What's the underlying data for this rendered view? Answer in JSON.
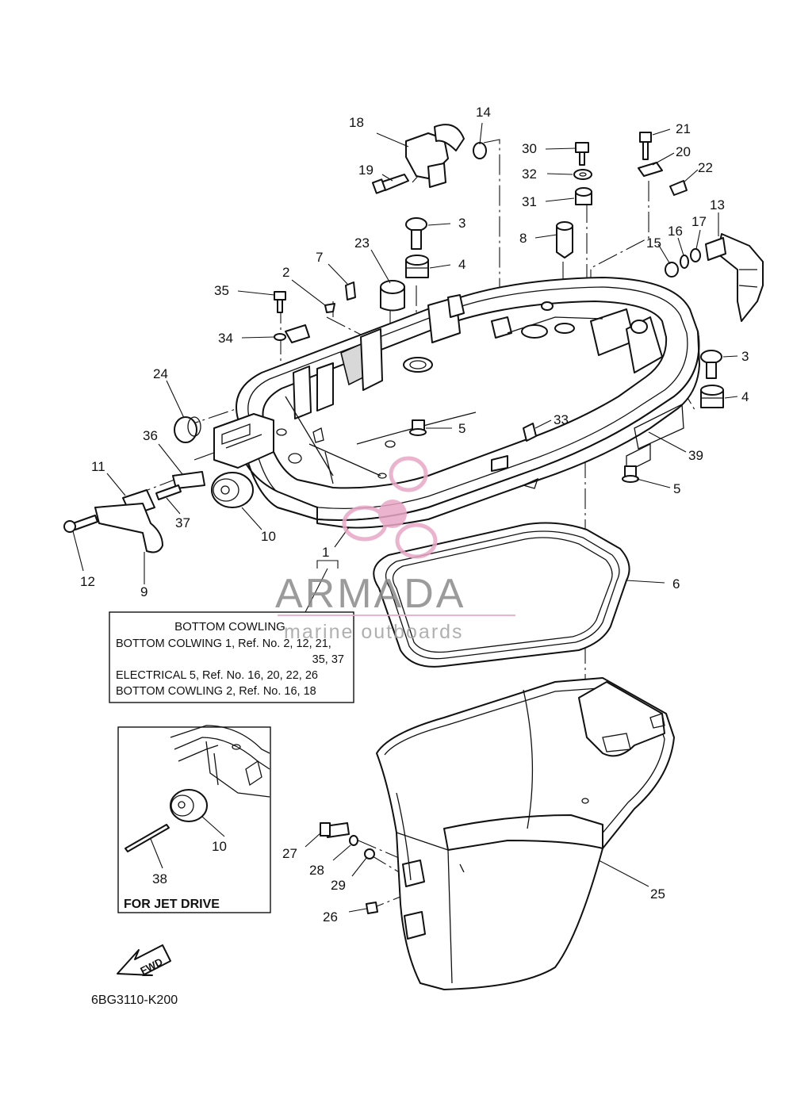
{
  "diagram": {
    "part_labels": [
      {
        "id": "p14",
        "text": "14"
      },
      {
        "id": "p18",
        "text": "18"
      },
      {
        "id": "p19",
        "text": "19"
      },
      {
        "id": "p30",
        "text": "30"
      },
      {
        "id": "p32",
        "text": "32"
      },
      {
        "id": "p31",
        "text": "31"
      },
      {
        "id": "p21",
        "text": "21"
      },
      {
        "id": "p20",
        "text": "20"
      },
      {
        "id": "p22",
        "text": "22"
      },
      {
        "id": "p13",
        "text": "13"
      },
      {
        "id": "p17",
        "text": "17"
      },
      {
        "id": "p16",
        "text": "16"
      },
      {
        "id": "p15",
        "text": "15"
      },
      {
        "id": "p3a",
        "text": "3"
      },
      {
        "id": "p4a",
        "text": "4"
      },
      {
        "id": "p8",
        "text": "8"
      },
      {
        "id": "p23",
        "text": "23"
      },
      {
        "id": "p7",
        "text": "7"
      },
      {
        "id": "p2",
        "text": "2"
      },
      {
        "id": "p35",
        "text": "35"
      },
      {
        "id": "p34",
        "text": "34"
      },
      {
        "id": "p3b",
        "text": "3"
      },
      {
        "id": "p4b",
        "text": "4"
      },
      {
        "id": "p33",
        "text": "33"
      },
      {
        "id": "p5a",
        "text": "5"
      },
      {
        "id": "p39",
        "text": "39"
      },
      {
        "id": "p5b",
        "text": "5"
      },
      {
        "id": "p24",
        "text": "24"
      },
      {
        "id": "p36",
        "text": "36"
      },
      {
        "id": "p11",
        "text": "11"
      },
      {
        "id": "p37",
        "text": "37"
      },
      {
        "id": "p10a",
        "text": "10"
      },
      {
        "id": "p12",
        "text": "12"
      },
      {
        "id": "p9",
        "text": "9"
      },
      {
        "id": "p1",
        "text": "1"
      },
      {
        "id": "p6",
        "text": "6"
      },
      {
        "id": "p10b",
        "text": "10"
      },
      {
        "id": "p38",
        "text": "38"
      },
      {
        "id": "p27",
        "text": "27"
      },
      {
        "id": "p28",
        "text": "28"
      },
      {
        "id": "p29",
        "text": "29"
      },
      {
        "id": "p26",
        "text": "26"
      },
      {
        "id": "p25",
        "text": "25"
      }
    ],
    "info_box": {
      "title": "BOTTOM  COWLING",
      "line1": "BOTTOM  COLWING  1,  Ref.  No.  2,  12,  21,",
      "line2": "35,  37",
      "line3": "ELECTRICAL  5,  Ref.  No.  16,  20,  22,  26",
      "line4": "BOTTOM  COWLING  2,  Ref.  No.  16,  18"
    },
    "jet_drive_label": "FOR JET DRIVE",
    "fwd_label": "FWD",
    "diagram_code": "6BG3110-K200"
  },
  "watermark": {
    "brand": "ARMADA",
    "tagline": "marine outboards",
    "color": "#e9a6c6"
  }
}
